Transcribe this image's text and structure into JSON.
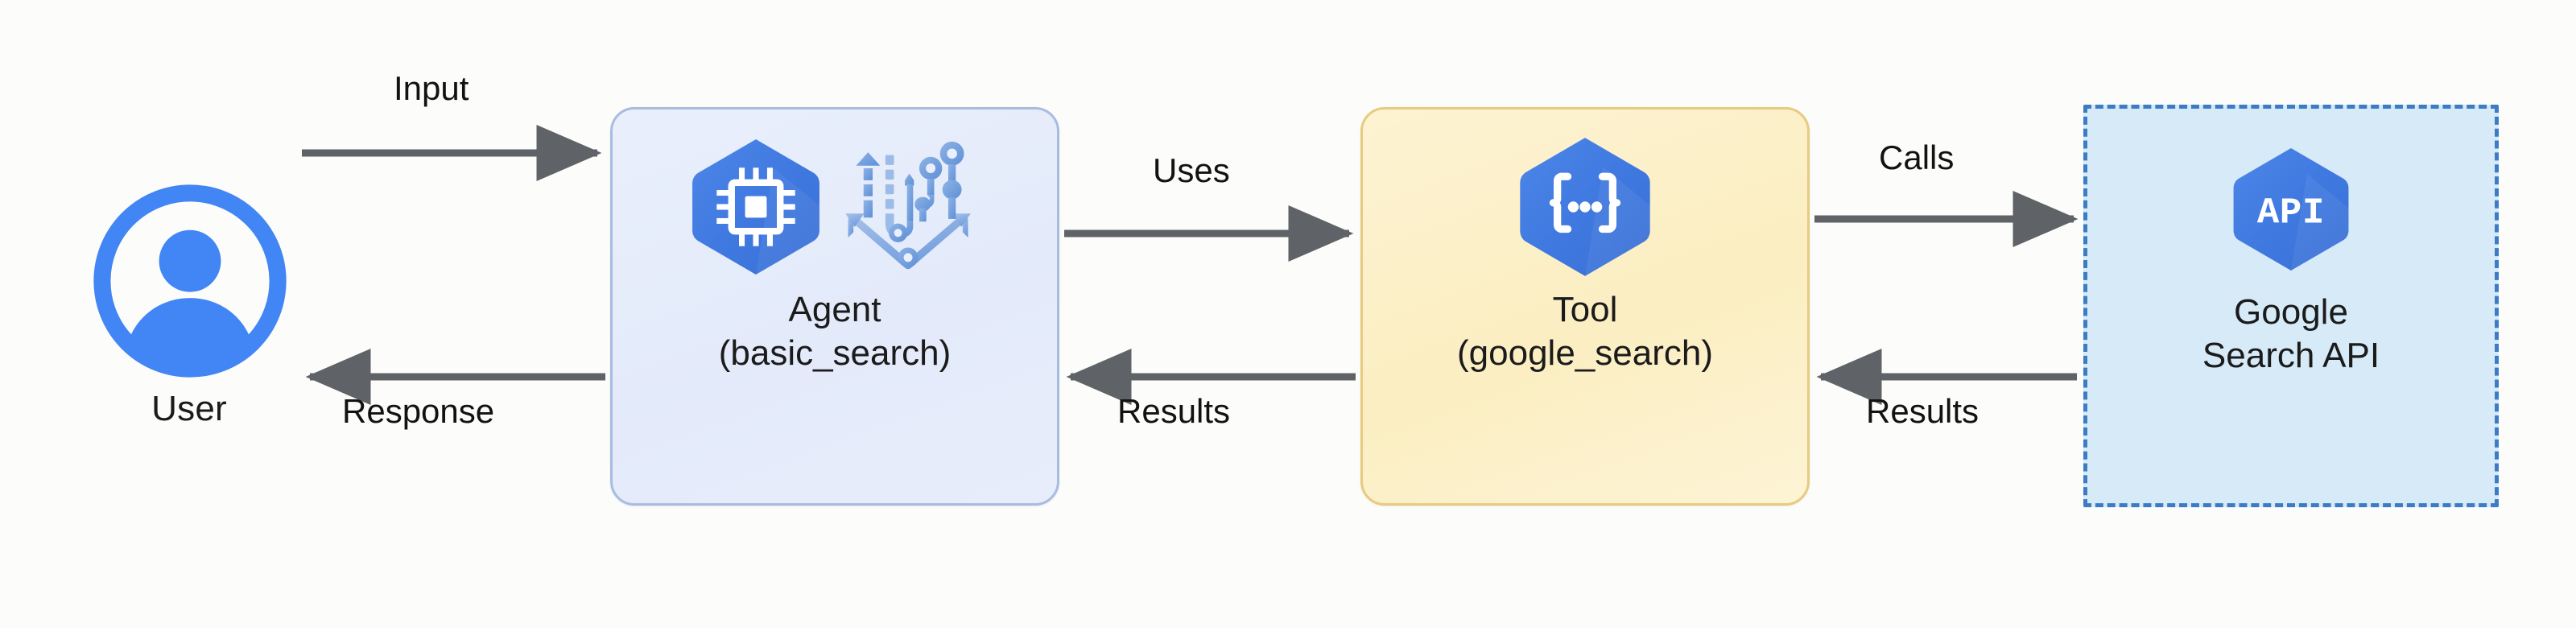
{
  "diagram": {
    "title": "Agent tool-use sequence",
    "background": "#fcfcfa",
    "arrow_color": "#5f6368",
    "accent_blue": "#4285f4",
    "nodes": [
      {
        "id": "user",
        "label": "User",
        "icon": "user-avatar-icon",
        "shape": "avatar",
        "fill": "#ffffff",
        "icon_color": "#4285f4"
      },
      {
        "id": "agent",
        "label": "Agent\n(basic_search)",
        "label_line1": "Agent",
        "label_line2": "(basic_search)",
        "icons": [
          "cpu-hexagon-icon",
          "workflow-pipeline-icon"
        ],
        "shape": "rounded-rect",
        "fill": "#e5ecfb",
        "border": "#a8bce0",
        "border_style": "solid"
      },
      {
        "id": "tool",
        "label": "Tool\n(google_search)",
        "label_line1": "Tool",
        "label_line2": "(google_search)",
        "icons": [
          "braces-ellipsis-hexagon-icon"
        ],
        "shape": "rounded-rect",
        "fill": "#fdf0c8",
        "border": "#e8ca80",
        "border_style": "solid"
      },
      {
        "id": "api",
        "label": "Google\nSearch API",
        "label_line1": "Google",
        "label_line2": "Search API",
        "icons": [
          "api-hexagon-icon"
        ],
        "icon_text": "API",
        "shape": "dashed-rect",
        "fill": "#d6eaf8",
        "border": "#3b7cc4",
        "border_style": "dashed"
      }
    ],
    "edges": [
      {
        "id": "user-to-agent",
        "label": "Input",
        "from": "user",
        "to": "agent",
        "direction": "right"
      },
      {
        "id": "agent-to-user",
        "label": "Response",
        "from": "agent",
        "to": "user",
        "direction": "left"
      },
      {
        "id": "agent-to-tool",
        "label": "Uses",
        "from": "agent",
        "to": "tool",
        "direction": "right"
      },
      {
        "id": "tool-to-agent",
        "label": "Results",
        "from": "tool",
        "to": "agent",
        "direction": "left"
      },
      {
        "id": "tool-to-api",
        "label": "Calls",
        "from": "tool",
        "to": "api",
        "direction": "right"
      },
      {
        "id": "api-to-tool",
        "label": "Results",
        "from": "api",
        "to": "tool",
        "direction": "left"
      }
    ]
  }
}
